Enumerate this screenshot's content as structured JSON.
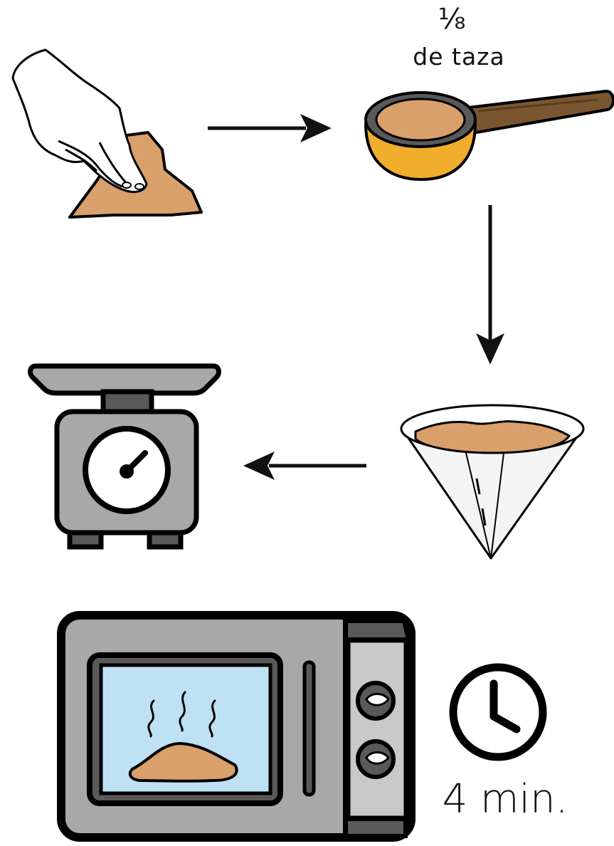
{
  "measure": {
    "fraction": "⅛",
    "unit": "de taza"
  },
  "time": {
    "label": "4 min."
  },
  "icons": [
    "hand-touching-dough-icon",
    "measuring-cup-icon",
    "coffee-filter-cone-icon",
    "kitchen-scale-icon",
    "microwave-icon",
    "clock-icon"
  ],
  "colors": {
    "dough": "#d9a06c",
    "cup_bowl": "#f0ae2c",
    "cup_handle": "#7a5630",
    "appliance_gray": "#a8a8a8",
    "microwave_window": "#bfe1f4",
    "filter_paper": "#f4f4f4",
    "outline": "#000000"
  }
}
